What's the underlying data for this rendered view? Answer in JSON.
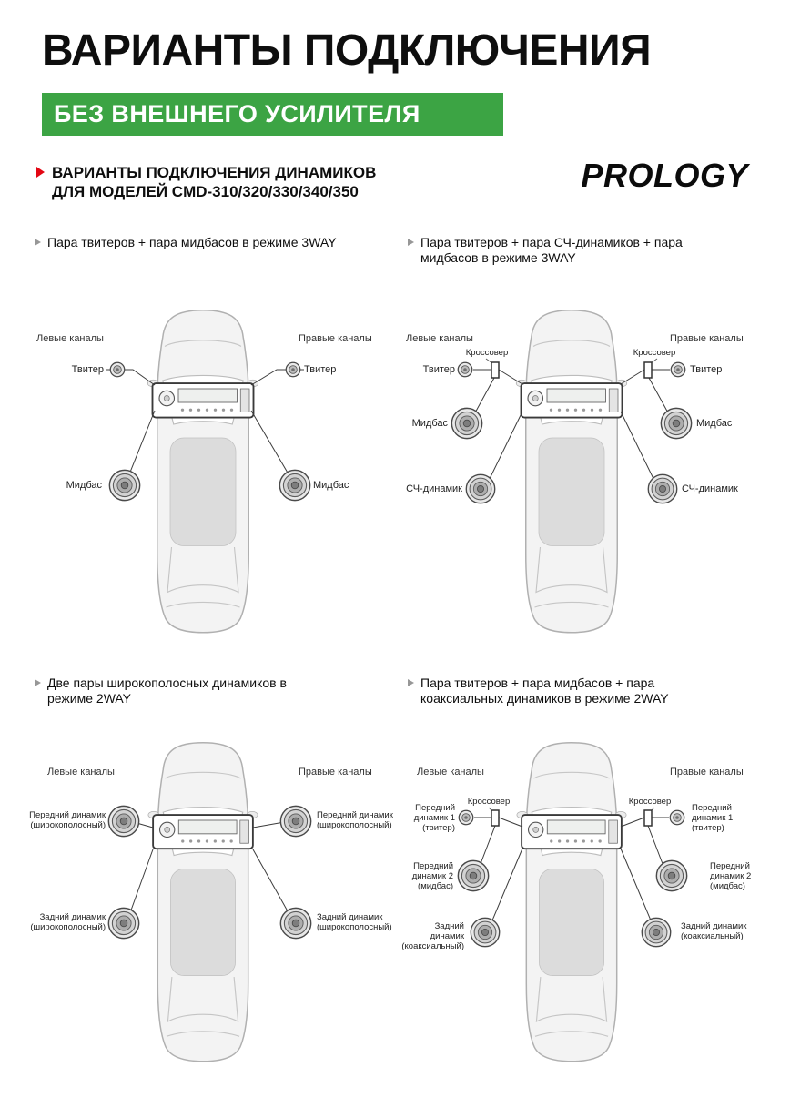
{
  "header": {
    "title": "ВАРИАНТЫ ПОДКЛЮЧЕНИЯ",
    "banner": "БЕЗ ВНЕШНЕГО УСИЛИТЕЛЯ",
    "section_line1": "ВАРИАНТЫ ПОДКЛЮЧЕНИЯ ДИНАМИКОВ",
    "section_line2": "ДЛЯ МОДЕЛЕЙ CMD-310/320/330/340/350",
    "brand": "PROLOGY"
  },
  "colors": {
    "banner_green": "#3ca444",
    "accent_red": "#e30613",
    "car_fill": "#f3f3f3",
    "roof_fill": "#dcdcdc"
  },
  "channel_labels": {
    "left": "Левые каналы",
    "right": "Правые каналы"
  },
  "diagrams": {
    "d1": {
      "title": "Пара твитеров + пара мидбасов в режиме 3WAY",
      "tweeter": "Твитер",
      "midbass": "Мидбас"
    },
    "d2": {
      "title": "Пара твитеров + пара СЧ-динамиков + пара мидбасов в режиме 3WAY",
      "tweeter": "Твитер",
      "crossover": "Кроссовер",
      "midbass": "Мидбас",
      "midrange": "СЧ-динамик"
    },
    "d3": {
      "title": "Две пары широкополосных динамиков в режиме 2WAY",
      "front": "Передний динамик (широкополосный)",
      "rear": "Задний динамик (широкополосный)"
    },
    "d4": {
      "title": "Пара твитеров + пара мидбасов + пара коаксиальных динамиков в режиме 2WAY",
      "crossover": "Кроссовер",
      "front1": "Передний динамик 1 (твитер)",
      "front2": "Передний динамик 2 (мидбас)",
      "rear": "Задний динамик (коаксиальный)"
    }
  }
}
